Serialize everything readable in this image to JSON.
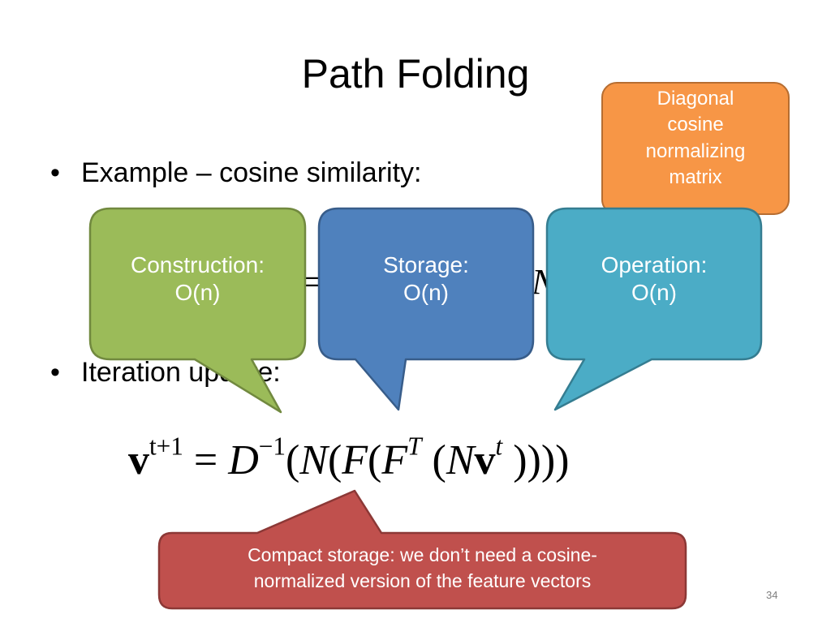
{
  "slide": {
    "title": "Path Folding",
    "bullets": [
      {
        "marker": "•",
        "text": "Example – cosine similarity:"
      },
      {
        "marker": "•",
        "text": "Iteration update:"
      }
    ],
    "partial_equation_fragment": "=",
    "partial_equation_letter": "N",
    "equation": {
      "lhs_var": "v",
      "lhs_sup": "t+1",
      "equals": "=",
      "d_var": "D",
      "d_sup": "−1",
      "open1": "(",
      "n1": "N",
      "open2": "(",
      "f1": "F",
      "open3": "(",
      "f2": "F",
      "f2_sup": "T",
      "open4": " (",
      "n2": "N",
      "v2": "v",
      "v2_sup": "t",
      "close": " ))))"
    },
    "callouts": {
      "orange": {
        "line1": "Diagonal",
        "line2": "cosine",
        "line3": "normalizing",
        "line4": "matrix",
        "color": "#f79646"
      },
      "green": {
        "line1": "Construction:",
        "line2": "O(n)",
        "color": "#9bbb59"
      },
      "blue": {
        "line1": "Storage:",
        "line2": "O(n)",
        "color": "#4f81bd"
      },
      "teal": {
        "line1": "Operation:",
        "line2": "O(n)",
        "color": "#4bacc6"
      },
      "red": {
        "line1": "Compact storage: we don’t need a cosine-",
        "line2": "normalized version of the feature vectors",
        "color": "#c0504d"
      }
    },
    "page_number": "34"
  }
}
